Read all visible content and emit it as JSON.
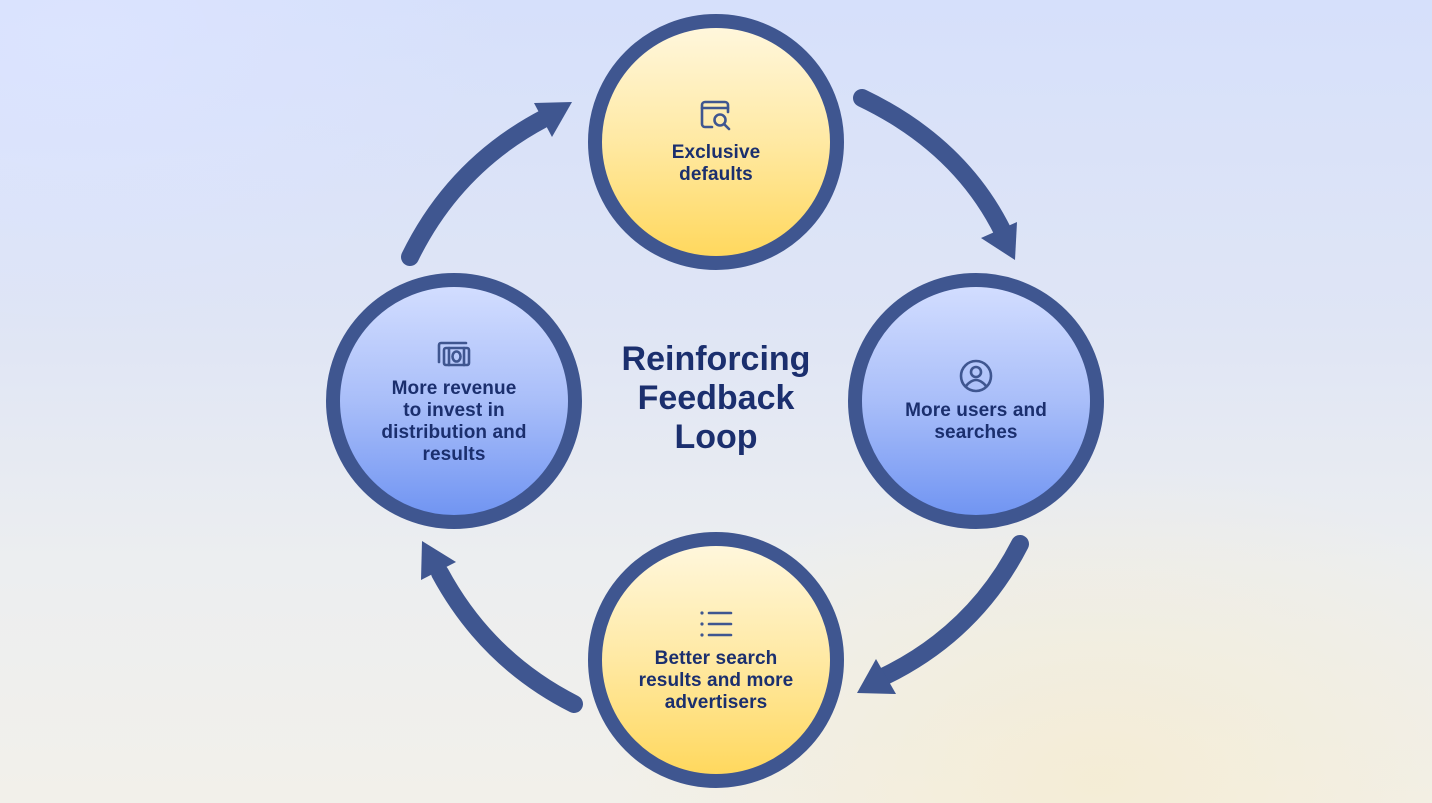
{
  "title": {
    "line1": "Reinforcing",
    "line2": "Feedback",
    "line3": "Loop"
  },
  "nodes": {
    "top": {
      "icon": "browser-search-icon",
      "line1": "Exclusive",
      "line2": "defaults"
    },
    "right": {
      "icon": "user-circle-icon",
      "line1": "More users and",
      "line2": "searches"
    },
    "bottom": {
      "icon": "list-icon",
      "line1": "Better search",
      "line2": "results and more",
      "line3": "advertisers"
    },
    "left": {
      "icon": "cash-icon",
      "line1": "More revenue",
      "line2": "to invest in",
      "line3": "distribution and",
      "line4": "results"
    }
  },
  "arrows": [
    {
      "from": "top",
      "to": "right"
    },
    {
      "from": "right",
      "to": "bottom"
    },
    {
      "from": "bottom",
      "to": "left"
    },
    {
      "from": "left",
      "to": "top"
    }
  ],
  "colors": {
    "outline": "#3f5690",
    "text": "#1b2f6e",
    "yellow_node": "#ffe08a",
    "blue_node": "#97b0f7"
  }
}
